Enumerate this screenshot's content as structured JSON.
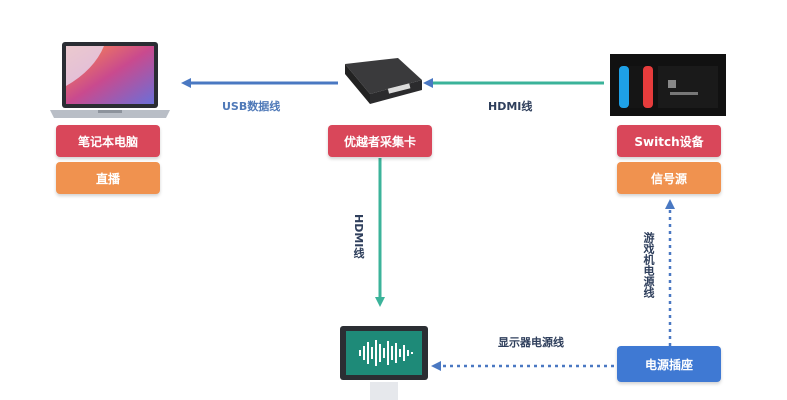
{
  "nodes": {
    "laptop": {
      "primary": "笔记本电脑",
      "secondary": "直播"
    },
    "capture": {
      "primary": "优越者采集卡"
    },
    "switch": {
      "primary": "Switch设备",
      "secondary": "信号源"
    },
    "power_socket": {
      "primary": "电源插座"
    }
  },
  "edges": {
    "usb": "USB数据线",
    "hdmi_top": "HDMI线",
    "hdmi_down": "HDMI线",
    "monitor_power": "显示器电源线",
    "game_power": "游戏机电源线"
  },
  "colors": {
    "red": "#d9475a",
    "orange": "#f0924f",
    "blue": "#3f79d3",
    "teal": "#3bb39a",
    "arrow_blue": "#4a78c2"
  }
}
